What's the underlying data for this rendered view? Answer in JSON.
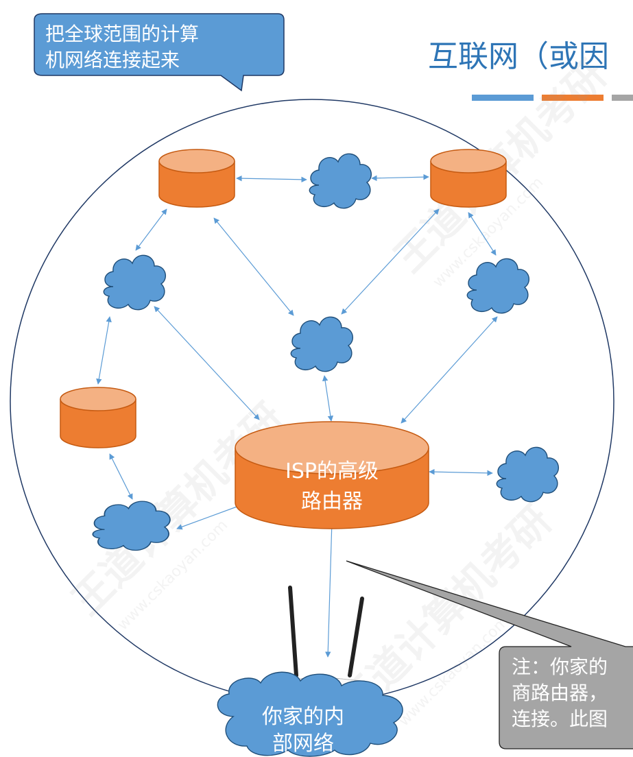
{
  "title": "互联网（或因",
  "callout_top": {
    "line1": "把全球范围的计算",
    "line2": "机网络连接起来"
  },
  "isp_router": {
    "line1": "ISP的高级",
    "line2": "路由器"
  },
  "home_network": {
    "line1": "你家的内",
    "line2": "部网络"
  },
  "note": {
    "line1": "注：你家的",
    "line2": "商路由器，",
    "line3": "连接。此图"
  },
  "watermark": {
    "brand": "王道计算机考研",
    "url": "www.cskaoyan.com"
  },
  "colors": {
    "cloud_fill": "#5b9bd5",
    "cloud_stroke": "#1f4e79",
    "router_fill": "#ed7d31",
    "router_top": "#f4b183",
    "router_stroke": "#c55a11",
    "callout_fill": "#5b9bd5",
    "note_fill": "#a5a5a5",
    "title": "#2e75b6",
    "link": "#5b9bd5",
    "bar_blue": "#5b9bd5",
    "bar_orange": "#ed7d31",
    "bar_gray": "#a5a5a5"
  },
  "icons": [
    "cloud-icon",
    "router-cylinder-icon",
    "wifi-router-icon"
  ]
}
